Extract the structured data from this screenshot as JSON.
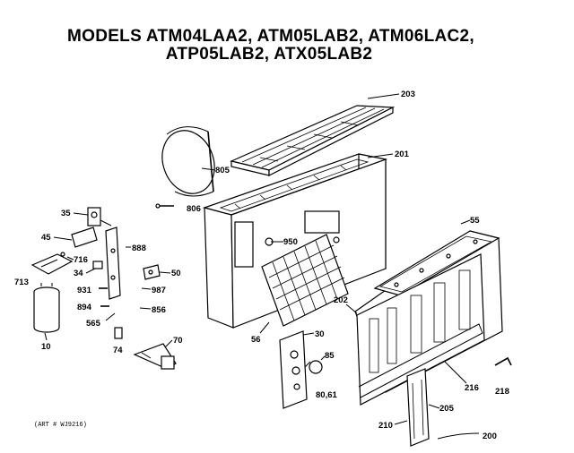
{
  "title": {
    "line1": "MODELS ATM04LAA2, ATM05LAB2, ATM06LAC2,",
    "line2": "ATP05LAB2, ATX05LAB2"
  },
  "parts": {
    "p203": "203",
    "p805": "805",
    "p201": "201",
    "p806": "806",
    "p35": "35",
    "p45": "45",
    "p716": "716",
    "p713": "713",
    "p34": "34",
    "p931": "931",
    "p894": "894",
    "p10": "10",
    "p565": "565",
    "p74": "74",
    "p888": "888",
    "p50": "50",
    "p987": "987",
    "p856": "856",
    "p950": "950",
    "p55": "55",
    "p56": "56",
    "p30": "30",
    "p85": "85",
    "p8061": "80,61",
    "p70": "70",
    "p202": "202",
    "p216": "216",
    "p218": "218",
    "p205": "205",
    "p210": "210",
    "p200": "200"
  },
  "art_number": "(ART # WJ9216)"
}
